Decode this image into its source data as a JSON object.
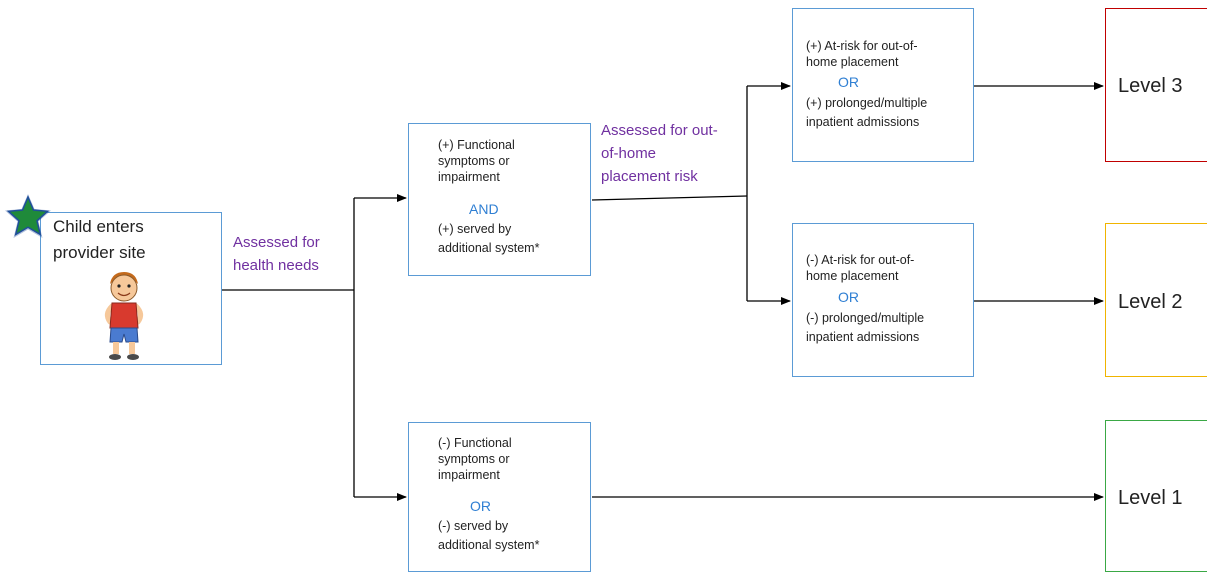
{
  "start": {
    "line1": "Child enters",
    "line2": "provider site",
    "star_icon": "star-icon",
    "child_icon": "child-illustration-icon"
  },
  "edge_labels": {
    "health": [
      "Assessed for",
      "health needs"
    ],
    "placement": [
      "Assessed for out-",
      "of-home",
      "placement risk"
    ]
  },
  "positive": {
    "lines": [
      "(+) Functional",
      "symptoms or",
      "impairment"
    ],
    "keyword": "AND",
    "lines_after": [
      "(+) served by",
      "additional system*"
    ]
  },
  "negative": {
    "lines": [
      "(-) Functional",
      "symptoms or",
      "impairment"
    ],
    "keyword": "OR",
    "lines_after": [
      "(-) served by",
      "additional system*"
    ]
  },
  "at_risk_positive": {
    "lines": [
      "(+) At-risk for out-of-",
      "home placement"
    ],
    "keyword": "OR",
    "lines_after": [
      "(+) prolonged/multiple",
      "inpatient admissions"
    ]
  },
  "at_risk_negative": {
    "lines": [
      "(-) At-risk for out-of-",
      "home placement"
    ],
    "keyword": "OR",
    "lines_after": [
      "(-) prolonged/multiple",
      "inpatient admissions"
    ]
  },
  "levels": [
    {
      "label": "Level 3",
      "color": "#c00000"
    },
    {
      "label": "Level 2",
      "color": "#f0b400"
    },
    {
      "label": "Level 1",
      "color": "#3aa845"
    }
  ],
  "colors": {
    "box_border": "#5b9bd5",
    "edge_label": "#7030a0",
    "keyword": "#2f7fd3",
    "star_fill": "#1f8a3a",
    "star_glow": "#1f4e9a"
  }
}
